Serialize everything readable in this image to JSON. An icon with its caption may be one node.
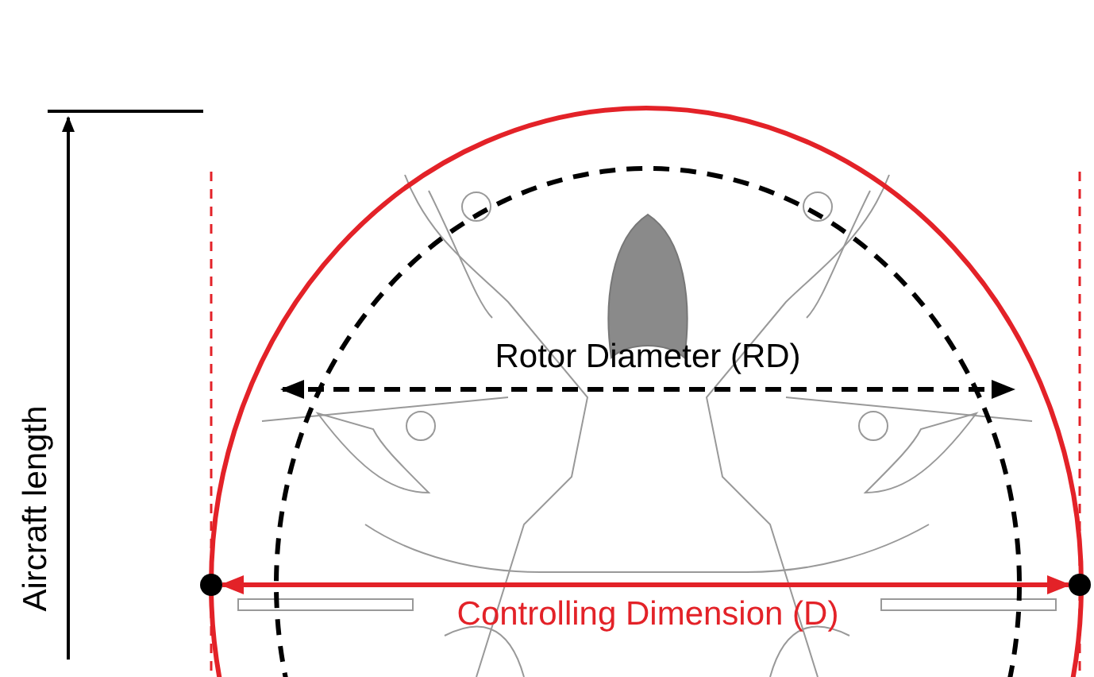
{
  "diagram": {
    "labels": [
      "Aircraft length",
      "Rotor Diameter (RD)",
      "Controlling Dimension (D)"
    ]
  }
}
